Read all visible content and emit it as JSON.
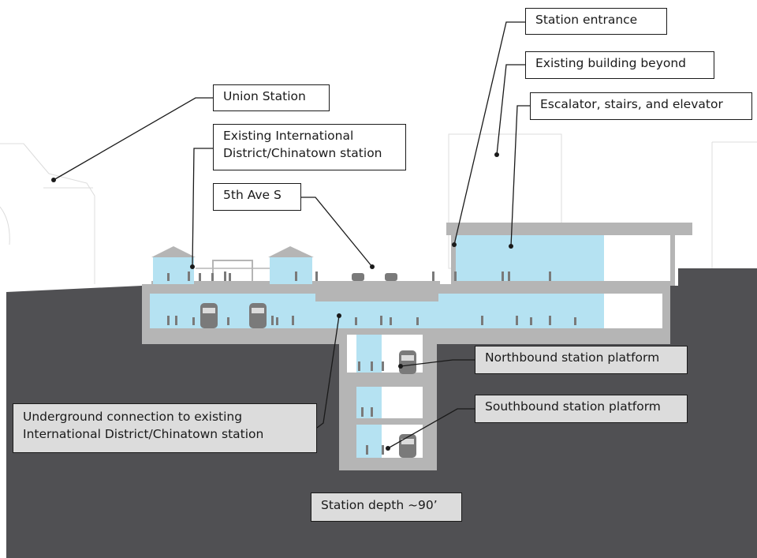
{
  "labels": {
    "union_station": "Union Station",
    "existing_station_line1": "Existing International",
    "existing_station_line2": "District/Chinatown station",
    "fifth_ave": "5th Ave S",
    "station_entrance": "Station entrance",
    "existing_building": "Existing building beyond",
    "vertical_circulation": "Escalator, stairs, and elevator",
    "northbound": "Northbound station platform",
    "southbound": "Southbound station platform",
    "underground_line1": "Underground connection to existing",
    "underground_line2": "International District/Chinatown station",
    "depth": "Station depth ~90’"
  },
  "colors": {
    "ground": "#505053",
    "structure": "#b5b5b5",
    "station_space": "#b5e2f2",
    "grey_label": "#dcdcdc",
    "leader": "#1a1a1a"
  }
}
